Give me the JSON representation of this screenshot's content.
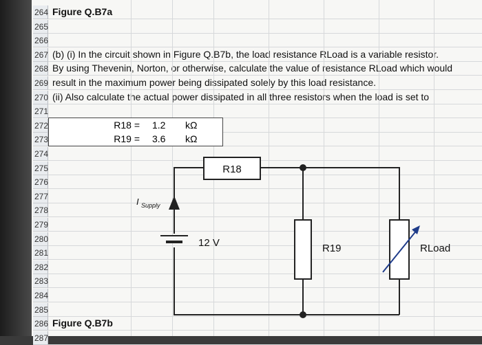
{
  "rows": [
    {
      "num": "264",
      "text": "Figure Q.B7a",
      "bold": true
    },
    {
      "num": "265",
      "text": ""
    },
    {
      "num": "266",
      "text": ""
    },
    {
      "num": "267",
      "text": "(b) (i) In the circuit shown in Figure Q.B7b, the load resistance RLoad is a variable resistor."
    },
    {
      "num": "268",
      "text": "By using Thevenin, Norton, or otherwise, calculate the value of resistance RLoad which would"
    },
    {
      "num": "269",
      "text": "result in the maximum power being dissipated solely by this load resistance."
    },
    {
      "num": "270",
      "text": "(ii) Also calculate the actual power dissipated in all three resistors when the load is set to"
    },
    {
      "num": "271",
      "text": ""
    },
    {
      "num": "272",
      "text": ""
    },
    {
      "num": "273",
      "text": ""
    },
    {
      "num": "274",
      "text": ""
    },
    {
      "num": "275",
      "text": ""
    },
    {
      "num": "276",
      "text": ""
    },
    {
      "num": "277",
      "text": ""
    },
    {
      "num": "278",
      "text": ""
    },
    {
      "num": "279",
      "text": ""
    },
    {
      "num": "280",
      "text": ""
    },
    {
      "num": "281",
      "text": ""
    },
    {
      "num": "282",
      "text": ""
    },
    {
      "num": "283",
      "text": ""
    },
    {
      "num": "284",
      "text": ""
    },
    {
      "num": "285",
      "text": ""
    },
    {
      "num": "286",
      "text": "Figure Q.B7b",
      "bold": true
    },
    {
      "num": "287",
      "text": ""
    }
  ],
  "values_table": [
    {
      "label": "R18 =",
      "value": "1.2",
      "unit": "kΩ"
    },
    {
      "label": "R19 =",
      "value": "3.6",
      "unit": "kΩ"
    }
  ],
  "circuit": {
    "r18_label": "R18",
    "r19_label": "R19",
    "rload_label": "RLoad",
    "source_label": "12 V",
    "current_symbol": "I",
    "current_subscript": "Supply"
  }
}
